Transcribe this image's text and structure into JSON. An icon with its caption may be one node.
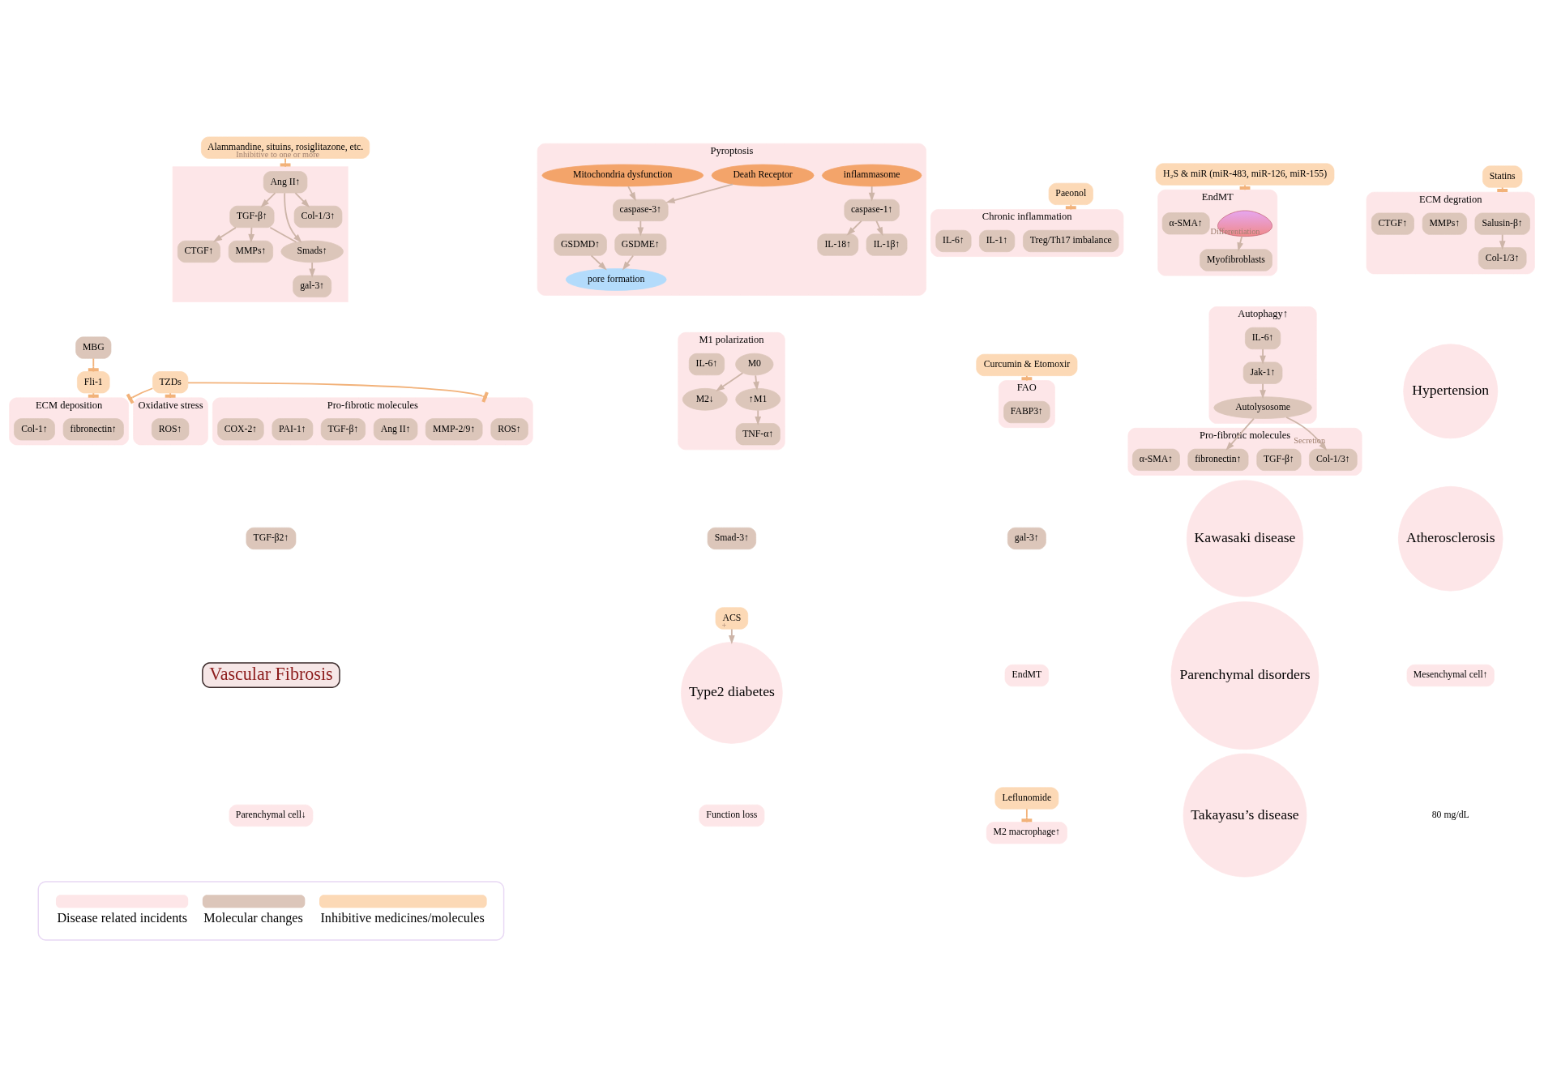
{
  "diagram": {
    "nodes": [
      {
        "text": [],
        "shape": "box"
      },
      {
        "text": [
          "Ang II↑"
        ],
        "in": 0
      },
      {
        "text": [
          "TGF-β↑"
        ],
        "in": 0
      },
      {
        "text": [
          "Smads↑"
        ],
        "in": 0
      },
      {
        "text": [
          "Col-1/3↑"
        ],
        "in": 0
      },
      {
        "text": [
          "CTGF↑"
        ],
        "in": 0
      },
      {
        "text": [
          "MMPs↑"
        ],
        "in": 0
      },
      {
        "text": [
          "gal-3↑"
        ],
        "in": 0
      },
      {
        "text": [
          "Alammandine, situins, rosiglitazone, etc."
        ]
      },
      {
        "text": [
          "Hypertension"
        ]
      },
      {
        "text": [
          "TGF-β2↑"
        ]
      },
      {
        "text": [
          "Smad-3↑"
        ]
      },
      {
        "text": [
          "gal-3↑"
        ]
      },
      {
        "text": [
          "Pyroptosis"
        ]
      },
      {
        "text": [
          "inflammasome"
        ],
        "in": 13
      },
      {
        "text": [
          "Death Receptor"
        ],
        "in": 13
      },
      {
        "text": [
          "Mitochondria dysfunction"
        ],
        "in": 13
      },
      {
        "text": [
          "caspase-1↑"
        ],
        "in": 13
      },
      {
        "text": [
          "IL-18↑"
        ],
        "in": 13
      },
      {
        "text": [
          "IL-1β↑"
        ],
        "in": 13
      },
      {
        "text": [
          "GSDMD↑"
        ],
        "in": 13
      },
      {
        "text": [
          "caspase-3↑"
        ],
        "in": 13
      },
      {
        "text": [
          "GSDME↑"
        ],
        "in": 13
      },
      {
        "text": [
          "pore formation"
        ],
        "in": 13
      },
      {
        "text": [
          "Kawasaki disease"
        ]
      },
      {
        "text": [
          "Chronic inflammation"
        ]
      },
      {
        "text": [
          "Treg/Th17 imbalance"
        ],
        "in": 25
      },
      {
        "text": [
          "IL-1↑"
        ],
        "in": 25
      },
      {
        "text": [
          "IL-6↑"
        ],
        "in": 25
      },
      {
        "text": [
          "Paeonol"
        ]
      },
      {
        "text": [
          "H₂S & miR (miR-483, miR-126, miR-155)"
        ]
      },
      {
        "text": [
          "EndMT"
        ]
      },
      {
        "text": [],
        "shape": "picture",
        "in": 31
      },
      {
        "text": [
          "Myofibroblasts"
        ],
        "in": 31
      },
      {
        "text": [
          "α-SMA↑"
        ],
        "in": 31
      },
      {
        "text": [
          "ECM degration"
        ]
      },
      {
        "text": [
          "Salusin-β↑"
        ],
        "in": 35
      },
      {
        "text": [
          "Col-1/3↑"
        ],
        "in": 35
      },
      {
        "text": [
          "MMPs↑"
        ],
        "in": 35
      },
      {
        "text": [
          "CTGF↑"
        ],
        "in": 35
      },
      {
        "text": [
          "Statins"
        ]
      },
      {
        "text": [
          "Atherosclerosis"
        ]
      },
      {
        "text": [
          "Vascular Fibrosis"
        ]
      },
      {
        "text": [
          "Type2 diabetes"
        ]
      },
      {
        "text": [
          "ACS"
        ]
      },
      {
        "text": [
          "Fli-1"
        ]
      },
      {
        "text": [
          "MBG"
        ]
      },
      {
        "text": [
          "ECM deposition"
        ]
      },
      {
        "text": [
          "fibronectin↑"
        ],
        "in": 47
      },
      {
        "text": [
          "Col-1↑"
        ],
        "in": 47
      },
      {
        "text": [
          "TZDs"
        ]
      },
      {
        "text": [
          "Oxidative stress"
        ]
      },
      {
        "text": [
          "ROS↑"
        ],
        "in": 51
      },
      {
        "text": [
          "EndMT"
        ]
      },
      {
        "text": [
          "M1 polarization"
        ]
      },
      {
        "text": [
          "M0"
        ],
        "in": 54
      },
      {
        "text": [
          "M2↓"
        ],
        "in": 54
      },
      {
        "text": [
          "↑M1"
        ],
        "in": 54
      },
      {
        "text": [
          "TNF-α↑"
        ],
        "in": 54
      },
      {
        "text": [
          "IL-6↑"
        ],
        "in": 54
      },
      {
        "text": [
          "Pro-fibrotic molecules"
        ]
      },
      {
        "text": [
          "ROS↑"
        ],
        "in": 60
      },
      {
        "text": [
          "MMP-2/9↑"
        ],
        "in": 60
      },
      {
        "text": [
          "Ang II↑"
        ],
        "in": 60
      },
      {
        "text": [
          "TGF-β↑"
        ],
        "in": 60
      },
      {
        "text": [
          "PAI-1↑"
        ],
        "in": 60
      },
      {
        "text": [
          "COX-2↑"
        ],
        "in": 60
      },
      {
        "text": [
          "Parenchymal disorders"
        ]
      },
      {
        "text": [
          "Mesenchymal cell↑"
        ]
      },
      {
        "text": [
          "Parenchymal cell↓"
        ]
      },
      {
        "text": [
          "Function loss"
        ]
      },
      {
        "text": [
          "M2 macrophage↑"
        ]
      },
      {
        "text": [
          "Leflunomide"
        ]
      },
      {
        "text": [
          "FAO"
        ]
      },
      {
        "text": [
          "FABP3↑"
        ],
        "in": 73
      },
      {
        "text": [
          "Curcumin & Etomoxir"
        ]
      },
      {
        "text": [
          "Autophagy↑"
        ]
      },
      {
        "text": [
          "Jak-1↑"
        ],
        "in": 76
      },
      {
        "text": [
          "IL-6↑"
        ],
        "in": 76
      },
      {
        "text": [
          "Autolysosome"
        ],
        "in": 76
      },
      {
        "text": [
          "Pro-fibrotic molecules"
        ]
      },
      {
        "text": [
          "Col-1/3↑"
        ],
        "in": 80
      },
      {
        "text": [
          "TGF-β↑"
        ],
        "in": 80
      },
      {
        "text": [
          "fibronectin↑"
        ],
        "in": 80
      },
      {
        "text": [
          "α-SMA↑"
        ],
        "in": 80
      },
      {
        "text": [
          "Takayasu’s disease"
        ]
      }
    ],
    "edges": [
      {
        "from": 1,
        "to": 2,
        "arrow": "to"
      },
      {
        "from": 1,
        "to": 4,
        "arrow": "to"
      },
      {
        "from": 1,
        "to": 3,
        "arrow": "to"
      },
      {
        "from": 2,
        "to": 3,
        "arrow": "none"
      },
      {
        "from": 2,
        "to": 5,
        "arrow": "to"
      },
      {
        "from": 2,
        "to": 6,
        "arrow": "to"
      },
      {
        "from": 3,
        "to": 7,
        "arrow": "to"
      },
      {
        "from": 8,
        "to": 0,
        "arrow": "other",
        "label": "Inhibitive to one or more"
      },
      {
        "from": 14,
        "to": 17,
        "arrow": "to"
      },
      {
        "from": 17,
        "to": 18,
        "arrow": "to"
      },
      {
        "from": 17,
        "to": 19,
        "arrow": "to"
      },
      {
        "from": 15,
        "to": 21,
        "arrow": "to"
      },
      {
        "from": 16,
        "to": 21,
        "arrow": "to"
      },
      {
        "from": 21,
        "to": 22,
        "arrow": "to"
      },
      {
        "from": 20,
        "to": 23,
        "arrow": "to"
      },
      {
        "from": 22,
        "to": 23,
        "arrow": "to"
      },
      {
        "from": 29,
        "to": 25,
        "arrow": "other"
      },
      {
        "from": 30,
        "to": 31,
        "arrow": "other"
      },
      {
        "from": 32,
        "to": 33,
        "arrow": "to",
        "label": "Differentiation"
      },
      {
        "from": 36,
        "to": 37,
        "arrow": "to"
      },
      {
        "from": 40,
        "to": 35,
        "arrow": "other"
      },
      {
        "from": 44,
        "to": 43,
        "arrow": "to",
        "label": "+"
      },
      {
        "from": 45,
        "to": 47,
        "arrow": "other"
      },
      {
        "from": 46,
        "to": 45,
        "arrow": "other"
      },
      {
        "from": 50,
        "to": 47,
        "arrow": "other"
      },
      {
        "from": 50,
        "to": 51,
        "arrow": "other"
      },
      {
        "from": 50,
        "to": 60,
        "arrow": "other"
      },
      {
        "from": 55,
        "to": 56,
        "arrow": "to"
      },
      {
        "from": 55,
        "to": 57,
        "arrow": "to"
      },
      {
        "from": 57,
        "to": 58,
        "arrow": "to"
      },
      {
        "from": 72,
        "to": 71,
        "arrow": "other"
      },
      {
        "from": 75,
        "to": 73,
        "arrow": "other"
      },
      {
        "from": 78,
        "to": 77,
        "arrow": "to"
      },
      {
        "from": 77,
        "to": 79,
        "arrow": "to"
      },
      {
        "from": 79,
        "to": 81,
        "arrow": "to",
        "label": "Secretion"
      },
      {
        "from": 79,
        "to": 83,
        "arrow": "to"
      }
    ],
    "labels": [
      "80 mg/dL"
    ],
    "legend": [
      {
        "text": "Disease related incidents",
        "color": "#fde6e8"
      },
      {
        "text": "Molecular changes",
        "color": "#dcc6ba"
      },
      {
        "text": "Inhibitive medicines/molecules",
        "color": "#fcd9b6"
      }
    ]
  }
}
